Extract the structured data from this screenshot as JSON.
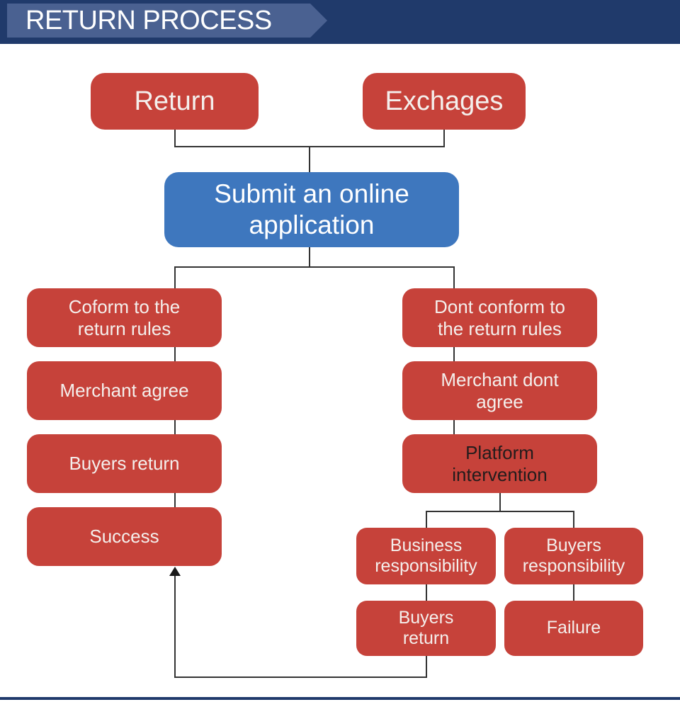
{
  "header": {
    "title": "RETURN PROCESS"
  },
  "colors": {
    "navy": "#203a6b",
    "banner_blue": "#4a6191",
    "box_red": "#c6423a",
    "box_blue": "#3e77be",
    "line": "#333333",
    "text_light": "#f4efec",
    "text_dark": "#231c1c"
  },
  "flowchart": {
    "nodes": [
      {
        "id": "return",
        "label": "Return",
        "color": "red",
        "text_color": "light"
      },
      {
        "id": "exchanges",
        "label": "Exchages",
        "color": "red",
        "text_color": "light"
      },
      {
        "id": "submit-application",
        "label": "Submit an online\napplication",
        "color": "blue",
        "text_color": "light"
      },
      {
        "id": "conform-rules",
        "label": "Coform to the\nreturn rules",
        "color": "red",
        "text_color": "light"
      },
      {
        "id": "merchant-agree",
        "label": "Merchant agree",
        "color": "red",
        "text_color": "light"
      },
      {
        "id": "buyers-return-left",
        "label": "Buyers return",
        "color": "red",
        "text_color": "light"
      },
      {
        "id": "success",
        "label": "Success",
        "color": "red",
        "text_color": "light"
      },
      {
        "id": "dont-conform-rules",
        "label": "Dont conform to\nthe return rules",
        "color": "red",
        "text_color": "light"
      },
      {
        "id": "merchant-dont-agree",
        "label": "Merchant dont\nagree",
        "color": "red",
        "text_color": "light"
      },
      {
        "id": "platform-intervention",
        "label": "Platform\nintervention",
        "color": "red",
        "text_color": "dark"
      },
      {
        "id": "business-responsibility",
        "label": "Business\nresponsibility",
        "color": "red",
        "text_color": "light"
      },
      {
        "id": "buyers-responsibility",
        "label": "Buyers\nresponsibility",
        "color": "red",
        "text_color": "light"
      },
      {
        "id": "buyers-return-bottom",
        "label": "Buyers\nreturn",
        "color": "red",
        "text_color": "light"
      },
      {
        "id": "failure",
        "label": "Failure",
        "color": "red",
        "text_color": "light"
      }
    ],
    "edges": [
      {
        "from": "return",
        "to": "submit-application"
      },
      {
        "from": "exchanges",
        "to": "submit-application"
      },
      {
        "from": "submit-application",
        "to": "conform-rules"
      },
      {
        "from": "submit-application",
        "to": "dont-conform-rules"
      },
      {
        "from": "conform-rules",
        "to": "merchant-agree"
      },
      {
        "from": "merchant-agree",
        "to": "buyers-return-left"
      },
      {
        "from": "buyers-return-left",
        "to": "success"
      },
      {
        "from": "dont-conform-rules",
        "to": "merchant-dont-agree"
      },
      {
        "from": "merchant-dont-agree",
        "to": "platform-intervention"
      },
      {
        "from": "platform-intervention",
        "to": "business-responsibility"
      },
      {
        "from": "platform-intervention",
        "to": "buyers-responsibility"
      },
      {
        "from": "business-responsibility",
        "to": "buyers-return-bottom"
      },
      {
        "from": "buyers-responsibility",
        "to": "failure"
      },
      {
        "from": "buyers-return-bottom",
        "to": "success",
        "arrow": true
      }
    ]
  }
}
